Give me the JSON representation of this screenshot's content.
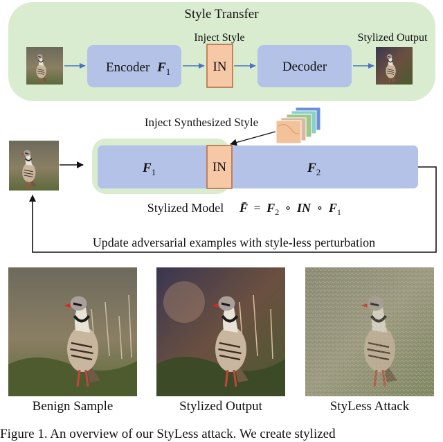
{
  "top_panel": {
    "title": "Style Transfer",
    "encoder_label": "Encoder",
    "encoder_symbol": "F",
    "encoder_sub": "1",
    "in_label": "IN",
    "inject_label": "Inject Style",
    "decoder_label": "Decoder",
    "output_label": "Stylized Output"
  },
  "middle_panel": {
    "inject_synth_label": "Inject Synthesized Style",
    "f1_symbol": "F",
    "f1_sub": "1",
    "in_label": "IN",
    "f2_symbol": "F",
    "f2_sub": "2",
    "model_label": "Stylized Model",
    "equation_lhs": "F̄",
    "equation_rhs_f2": "F",
    "equation_rhs_f2_sub": "2",
    "equation_rhs_in": "IN",
    "equation_rhs_f1": "F",
    "equation_rhs_f1_sub": "1",
    "feedback_label": "Update adversarial examples with style-less perturbation"
  },
  "bottom_row": {
    "benign_caption": "Benign Sample",
    "stylized_caption": "Stylized Output",
    "attack_caption": "StyLess Attack"
  },
  "footer_text": "Figure 1.  An overview of our StyLess attack.  We create stylized",
  "colors": {
    "panel_green": "#d9ecd0",
    "block_blue": "#b3c2e6",
    "in_orange": "#f7c8a6",
    "in_border": "#b5673b",
    "arrow_blue": "#4a72c4"
  }
}
